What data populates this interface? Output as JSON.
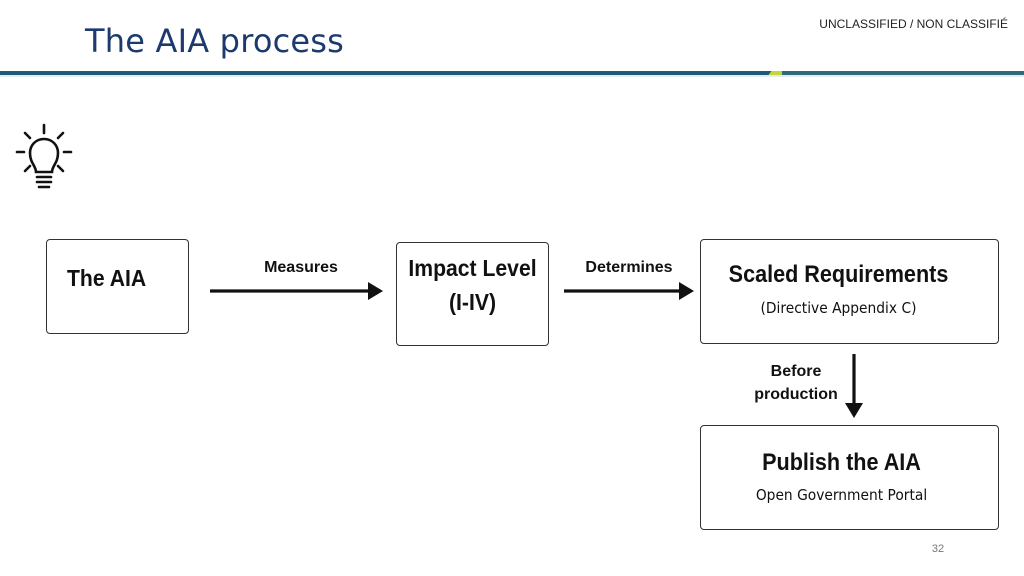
{
  "header": {
    "title": "The AIA process",
    "classification": "UNCLASSIFIED / NON CLASSIFIÉ"
  },
  "icon": {
    "name": "lightbulb-icon"
  },
  "diagram": {
    "nodes": {
      "aia": {
        "label": "The AIA"
      },
      "impact": {
        "label": "Impact Level (I-IV)"
      },
      "scaled": {
        "label": "Scaled Requirements",
        "sublabel": "(Directive Appendix C)"
      },
      "publish": {
        "label": "Publish the AIA",
        "sublabel": "Open Government Portal"
      }
    },
    "edges": {
      "measures": "Measures",
      "determines": "Determines",
      "before": "Before production"
    }
  },
  "footer": {
    "page_number": "32"
  },
  "colors": {
    "title": "#1c3a6e",
    "bar_blue": "#1f5a7a",
    "bar_accent": "#c5d63c",
    "stroke": "#111111"
  }
}
